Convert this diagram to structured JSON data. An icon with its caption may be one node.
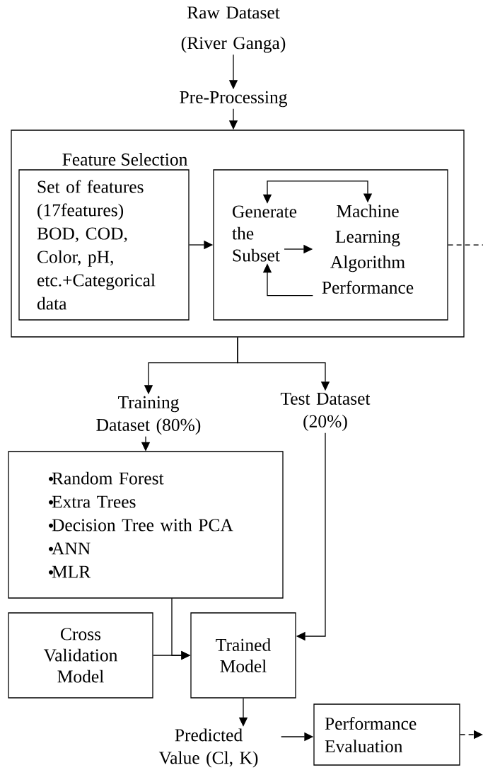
{
  "diagram": {
    "nodes": [
      {
        "text": [
          "Raw Dataset (River Ganga)"
        ]
      },
      {
        "text": [
          "Pre-Processing"
        ]
      },
      {
        "text": [
          "Feature Selection"
        ]
      },
      {
        "text": [
          "Set of features (17features) BOD, COD, Color, pH, etc.+Categorical data"
        ],
        "in": 2
      },
      {
        "text": [],
        "shape": "box",
        "in": 2
      },
      {
        "text": [
          "Generate the Subset"
        ],
        "in": 4
      },
      {
        "text": [
          "Machine Learning Algorithm Performance"
        ],
        "in": 4
      },
      {
        "text": [
          "Training Dataset (80%)"
        ]
      },
      {
        "text": [
          "Test Dataset (20%)"
        ]
      },
      {
        "text": [
          "Random Forest",
          "Extra Trees",
          "Decision Tree with PCA",
          "ANN",
          "MLR"
        ]
      },
      {
        "text": [
          "Cross Validation Model"
        ]
      },
      {
        "text": [
          "Trained Model"
        ]
      },
      {
        "text": [
          "Predicted Value (Cl, K)"
        ]
      },
      {
        "text": [
          "Performance Evaluation"
        ]
      }
    ],
    "edges": [
      {
        "from": 0,
        "to": 1,
        "arrow": "to"
      },
      {
        "from": 1,
        "to": 2,
        "arrow": "to"
      },
      {
        "from": 3,
        "to": 4,
        "arrow": "to"
      },
      {
        "from": 5,
        "to": 6,
        "arrow": "to"
      },
      {
        "from": 5,
        "to": 6,
        "arrow": "both"
      },
      {
        "from": 6,
        "to": 5,
        "arrow": "to"
      },
      {
        "from": 4,
        "to": null,
        "arrow": "none",
        "style": "dashed"
      },
      {
        "from": 2,
        "to": 7,
        "arrow": "to"
      },
      {
        "from": 2,
        "to": 8,
        "arrow": "to"
      },
      {
        "from": 7,
        "to": 9,
        "arrow": "to"
      },
      {
        "from": 9,
        "to": 11,
        "arrow": "to"
      },
      {
        "from": 10,
        "to": 11,
        "arrow": "to"
      },
      {
        "from": 8,
        "to": 11,
        "arrow": "to"
      },
      {
        "from": 11,
        "to": 12,
        "arrow": "to"
      },
      {
        "from": 12,
        "to": 13,
        "arrow": "to"
      },
      {
        "from": 13,
        "to": null,
        "arrow": "to",
        "style": "dashed"
      }
    ]
  }
}
